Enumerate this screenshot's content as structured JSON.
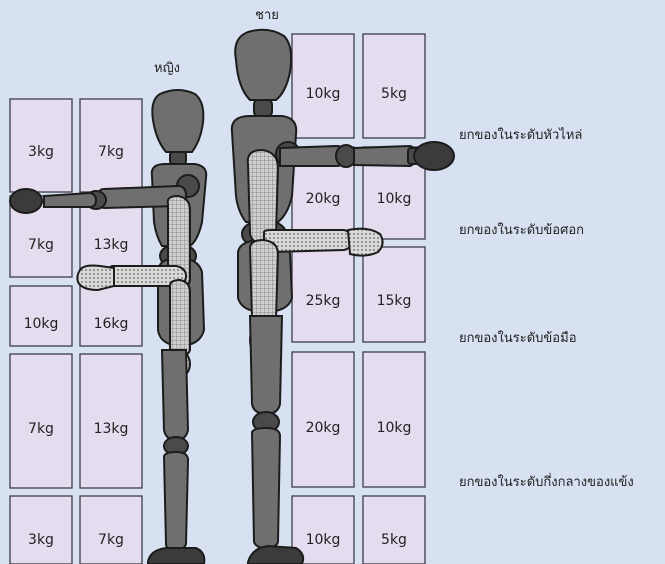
{
  "labels": {
    "male": "ชาย",
    "female": "หญิง"
  },
  "levels": [
    "ยกของในระดับหัวไหล่",
    "ยกของในระดับข้อศอก",
    "ยกของในระดับข้อมือ",
    "ยกของในระดับกึ่งกลางของแข้ง"
  ],
  "female_weights": [
    [
      "3kg",
      "7kg"
    ],
    [
      "7kg",
      "13kg"
    ],
    [
      "10kg",
      "16kg"
    ],
    [
      "7kg",
      "13kg"
    ],
    [
      "3kg",
      "7kg"
    ]
  ],
  "male_weights": [
    [
      "10kg",
      "5kg"
    ],
    [
      "20kg",
      "10kg"
    ],
    [
      "25kg",
      "15kg"
    ],
    [
      "20kg",
      "10kg"
    ],
    [
      "10kg",
      "5kg"
    ]
  ],
  "colors": {
    "background": "#d7e1f1",
    "box_fill": "#e5dcef",
    "figure_body": "#6f6f6f"
  }
}
